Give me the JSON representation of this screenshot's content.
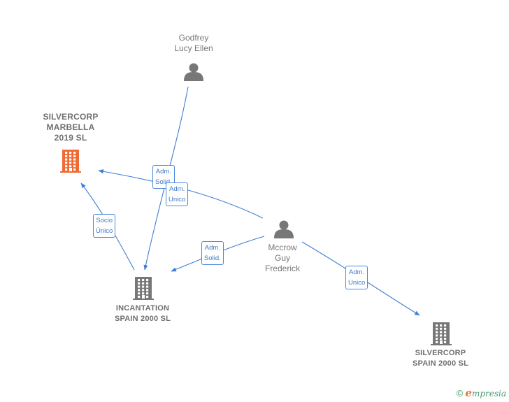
{
  "colors": {
    "edge": "#3f7fd3",
    "person": "#777777",
    "company": "#777777",
    "highlight": "#f06a35",
    "footer_copy": "#4c9b72",
    "footer_e": "#e07a2c"
  },
  "nodes": [
    {
      "id": "godfrey",
      "kind": "person",
      "lines": [
        "Godfrey",
        "Lucy Ellen"
      ]
    },
    {
      "id": "silvercorp_marbella",
      "kind": "company",
      "highlight": true,
      "lines": [
        "SILVERCORP",
        "MARBELLA",
        "2019  SL"
      ]
    },
    {
      "id": "mccrow",
      "kind": "person",
      "lines": [
        "Mccrow",
        "Guy",
        "Frederick"
      ]
    },
    {
      "id": "incantation",
      "kind": "company",
      "lines": [
        "INCANTATION",
        "SPAIN 2000 SL"
      ]
    },
    {
      "id": "silvercorp_spain",
      "kind": "company",
      "lines": [
        "SILVERCORP",
        "SPAIN 2000 SL"
      ]
    }
  ],
  "edges": [
    {
      "id": "godfrey_incantation",
      "from": "godfrey",
      "to": "incantation",
      "lines": [
        "Adm.",
        "Solid."
      ]
    },
    {
      "id": "mccrow_marbella",
      "from": "mccrow",
      "to": "silvercorp_marbella",
      "lines": [
        "Adm.",
        "Unico"
      ]
    },
    {
      "id": "incantation_marbella",
      "from": "incantation",
      "to": "silvercorp_marbella",
      "lines": [
        "Socio",
        "Único"
      ]
    },
    {
      "id": "mccrow_incantation",
      "from": "mccrow",
      "to": "incantation",
      "lines": [
        "Adm.",
        "Solid."
      ]
    },
    {
      "id": "mccrow_silvercorp_spain",
      "from": "mccrow",
      "to": "silvercorp_spain",
      "lines": [
        "Adm.",
        "Unico"
      ]
    }
  ],
  "footer": {
    "copyright": "©",
    "brand_initial": "e",
    "brand_rest": "mpresia"
  }
}
